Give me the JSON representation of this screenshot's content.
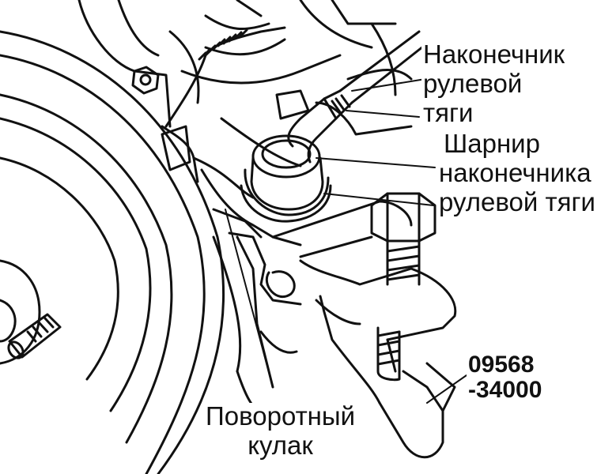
{
  "labels": {
    "tie_rod_end": [
      "Наконечник",
      "рулевой",
      "тяги"
    ],
    "ball_joint": [
      "Шарнир",
      "наконечника",
      "рулевой тяги"
    ],
    "knuckle": [
      "Поворотный",
      "кулак"
    ],
    "tool_number": [
      "09568",
      "-34000"
    ]
  },
  "colors": {
    "line": "#111111",
    "background": "#ffffff"
  }
}
